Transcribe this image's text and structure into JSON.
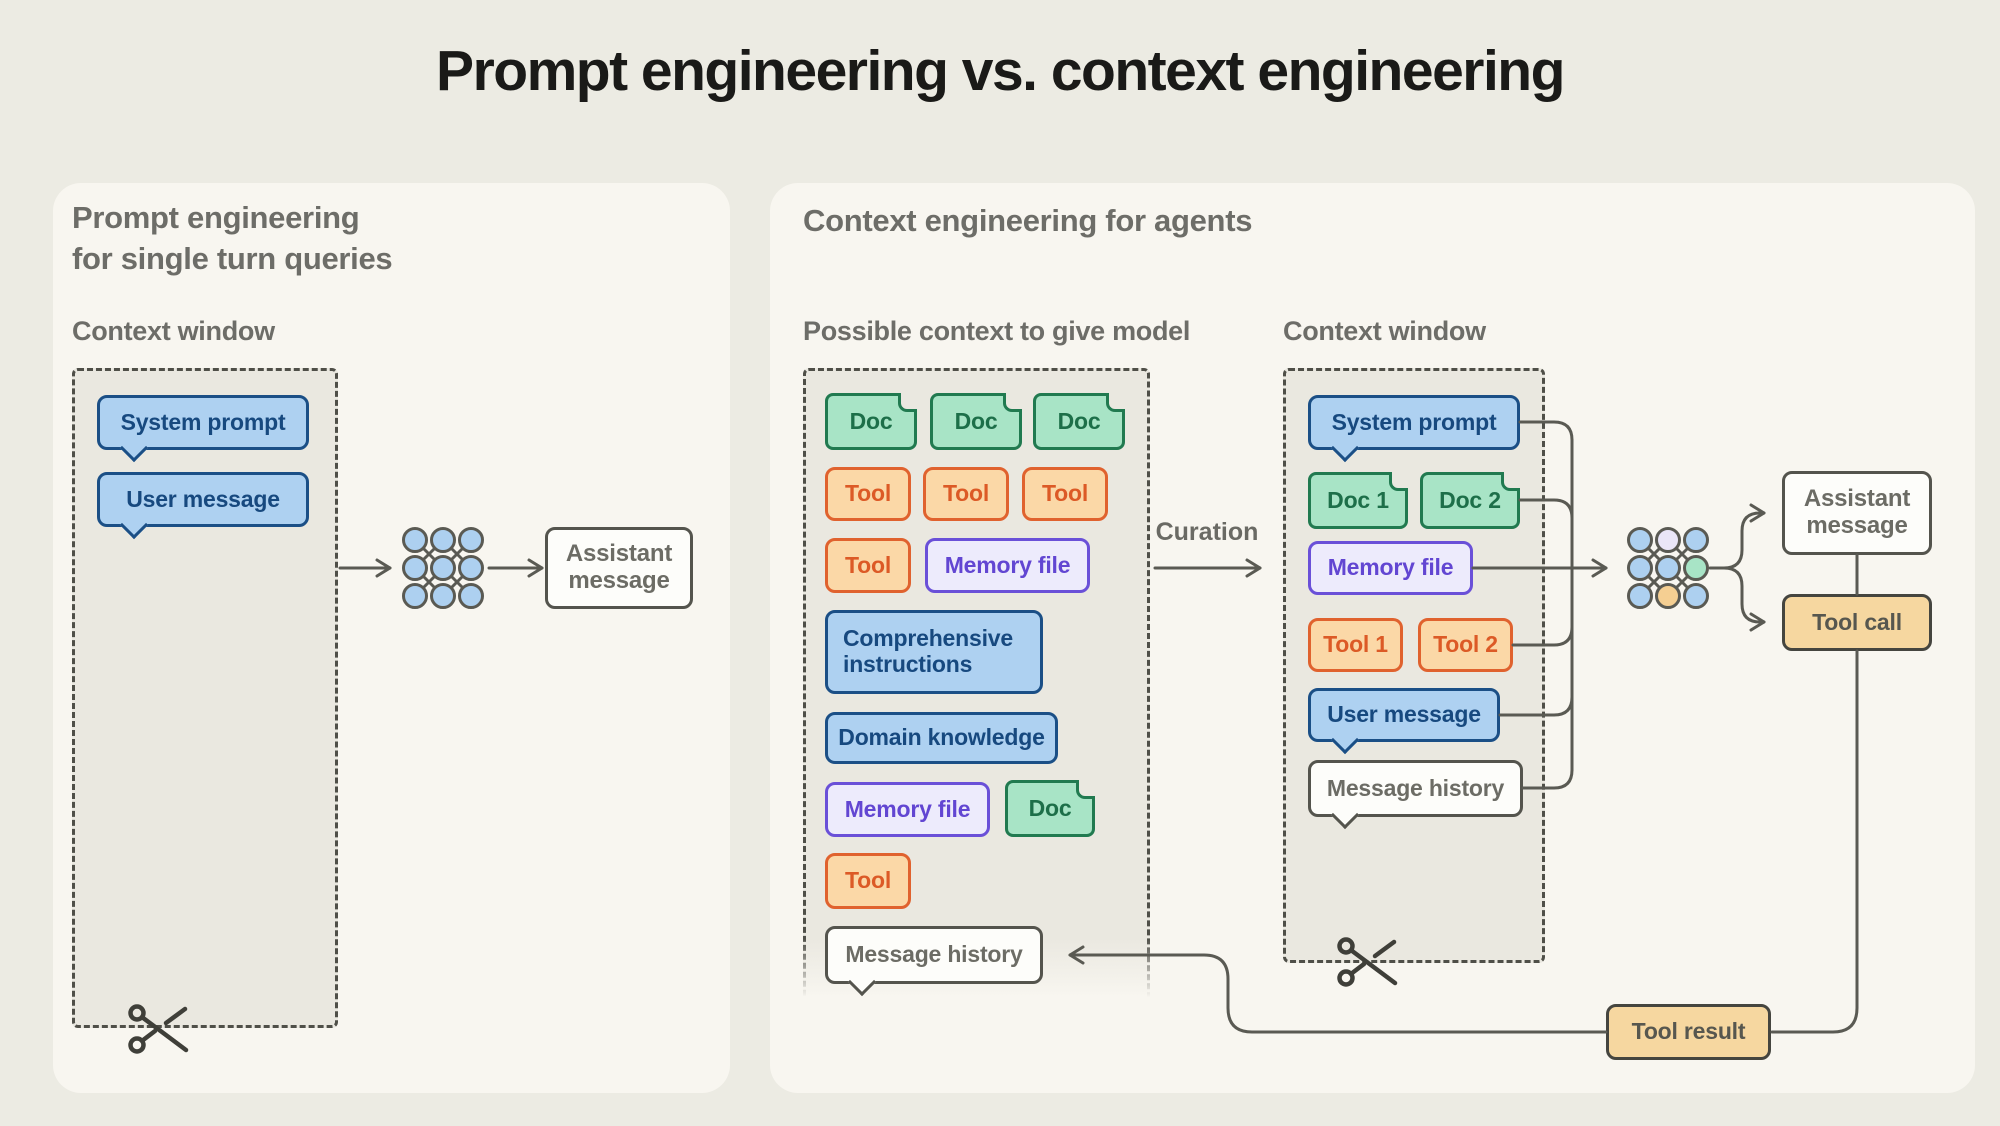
{
  "title": "Prompt engineering vs. context engineering",
  "left_panel": {
    "heading": "Prompt engineering\nfor single turn queries",
    "context_window_label": "Context window"
  },
  "right_panel": {
    "heading": "Context engineering for agents",
    "possible_context_label": "Possible context to give model",
    "context_window_label": "Context window",
    "curation_label": "Curation"
  },
  "labels": {
    "system_prompt": "System prompt",
    "user_message": "User message",
    "assistant_message": "Assistant message",
    "message_history": "Message history",
    "doc": "Doc",
    "doc1": "Doc 1",
    "doc2": "Doc 2",
    "tool": "Tool",
    "tool1": "Tool 1",
    "tool2": "Tool 2",
    "memory_file": "Memory file",
    "comprehensive_instructions": "Comprehensive instructions",
    "domain_knowledge": "Domain knowledge",
    "tool_call": "Tool call",
    "tool_result": "Tool result"
  },
  "icons": {
    "neural_network": "model-neural-network-icon",
    "scissors": "scissors-trim-icon",
    "doc_fold": "document-fold-corner"
  },
  "colors": {
    "page_background": "#ecebe3",
    "panel_background": "#f8f6f0",
    "context_box_background": "#eae8e0",
    "blue_fill": "#aed1f1",
    "blue_border": "#1b4f86",
    "doc_green_fill": "#a8e4c6",
    "doc_green_border": "#217a50",
    "tool_orange_fill": "#fbd8a7",
    "tool_orange_border": "#e0622e",
    "memory_purple_fill": "#edebfc",
    "memory_purple_border": "#6a50d8",
    "neutral_fill": "#fdfdfa",
    "neutral_border": "#54544d",
    "tan_fill": "#f6d7a0",
    "tan_border": "#45453f",
    "connector_line": "#5a5a53",
    "heading_text": "#6d6d68",
    "title_text": "#1a1a18"
  }
}
